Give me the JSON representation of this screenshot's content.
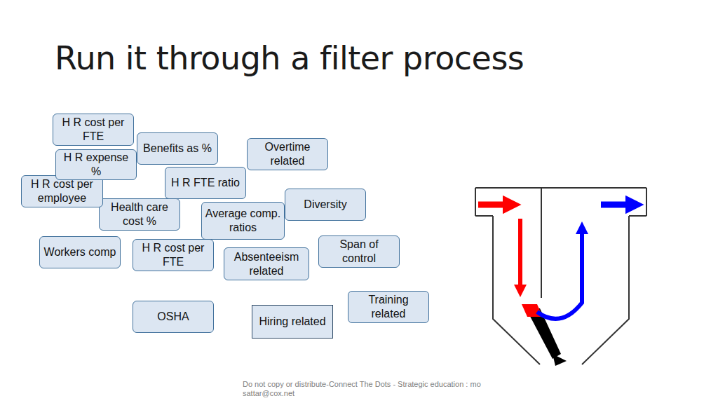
{
  "diagram": {
    "title": "Run it through a filter process",
    "nodes": [
      {
        "text": [
          "H R cost per FTE"
        ]
      },
      {
        "text": [
          "Benefits as %"
        ]
      },
      {
        "text": [
          "Overtime related"
        ]
      },
      {
        "text": [
          "H R expense %"
        ]
      },
      {
        "text": [
          "H R FTE ratio"
        ]
      },
      {
        "text": [
          "H R cost per employee"
        ]
      },
      {
        "text": [
          "Diversity"
        ]
      },
      {
        "text": [
          "Health care cost %"
        ]
      },
      {
        "text": [
          "Average comp. ratios"
        ]
      },
      {
        "text": [
          "Workers comp"
        ]
      },
      {
        "text": [
          "H R cost per FTE"
        ]
      },
      {
        "text": [
          "Span of control"
        ]
      },
      {
        "text": [
          "Absenteeism related"
        ]
      },
      {
        "text": [
          "Training related"
        ]
      },
      {
        "text": [
          "OSHA"
        ]
      },
      {
        "text": [
          "Hiring related"
        ]
      }
    ],
    "labels": [
      "Do not copy or distribute-Connect The Dots - Strategic education : mosattar@cox.net"
    ]
  }
}
